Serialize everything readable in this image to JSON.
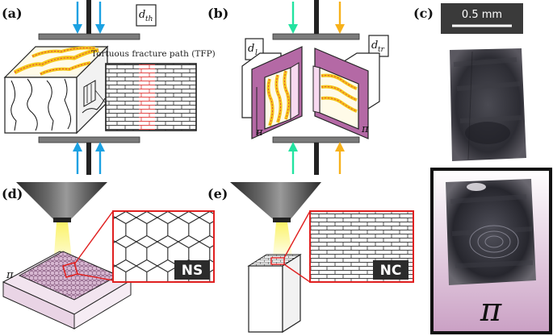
{
  "panels": {
    "a": "(a)",
    "b": "(b)",
    "c": "(c)",
    "d": "(d)",
    "e": "(e)"
  },
  "labels": {
    "d_th_main": "d",
    "d_th_sub": "th",
    "d_l_main": "d",
    "d_l_sub": "l",
    "d_tr_main": "d",
    "d_tr_sub": "tr",
    "tfp": "Tortuous fracture path (TFP)",
    "pi": "π",
    "scale_bar": "0.5 mm",
    "ns": "NS",
    "nc": "NC"
  },
  "colors": {
    "arrow_blue": "#1ba1e2",
    "arrow_green": "#22e3a0",
    "arrow_orange": "#f7b11a",
    "grip_gray": "#7b7b7b",
    "plane_purple": "#b469a5",
    "layer_yellow": "#f5c518",
    "layer_red": "#e23b3b",
    "zoom_red": "#e02020",
    "beam_yellow": "#fbf36a",
    "badge_bg": "#2b2b2b"
  }
}
